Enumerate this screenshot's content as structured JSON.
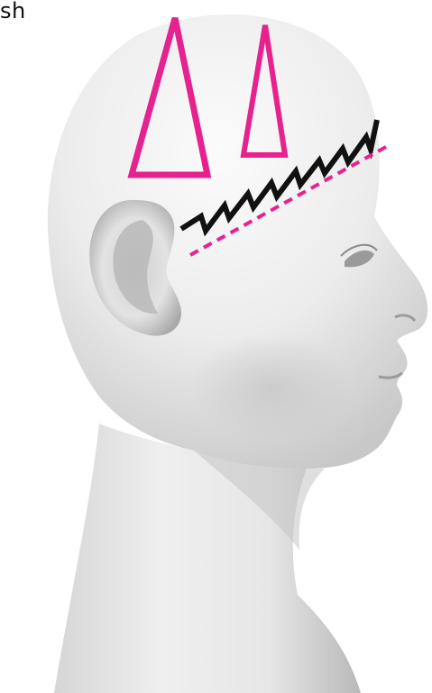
{
  "corner_text": "sh",
  "colors": {
    "background": "#ffffff",
    "accent_magenta": "#e6228f",
    "zigzag_black": "#111111",
    "skin_light": "#f4f4f4",
    "skin_mid": "#d9d9d9",
    "skin_shadow": "#a9a9a9"
  },
  "annotations": {
    "shapes": [
      "large-triangle",
      "small-triangle",
      "zigzag-line",
      "dashed-line"
    ]
  }
}
